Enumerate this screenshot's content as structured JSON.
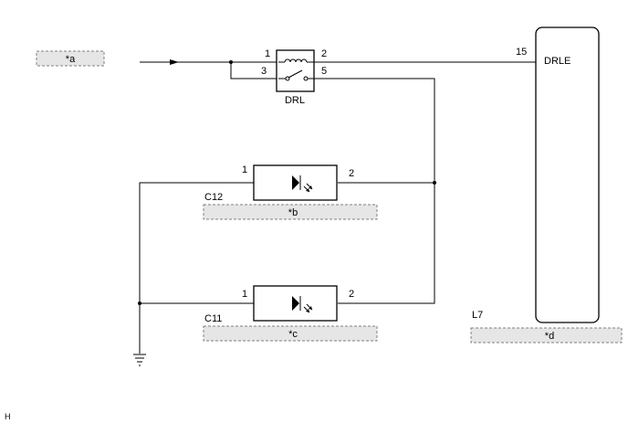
{
  "placeholders": {
    "a": "*a",
    "b": "*b",
    "c": "*c",
    "d": "*d"
  },
  "relay": {
    "name": "DRL",
    "pin_1": "1",
    "pin_2": "2",
    "pin_3": "3",
    "pin_5": "5"
  },
  "led_upper": {
    "connector": "C12",
    "pin_1": "1",
    "pin_2": "2"
  },
  "led_lower": {
    "connector": "C11",
    "pin_1": "1",
    "pin_2": "2"
  },
  "ecu": {
    "connector": "L7",
    "terminal": "DRLE",
    "pin": "15"
  },
  "corner_mark": "H"
}
